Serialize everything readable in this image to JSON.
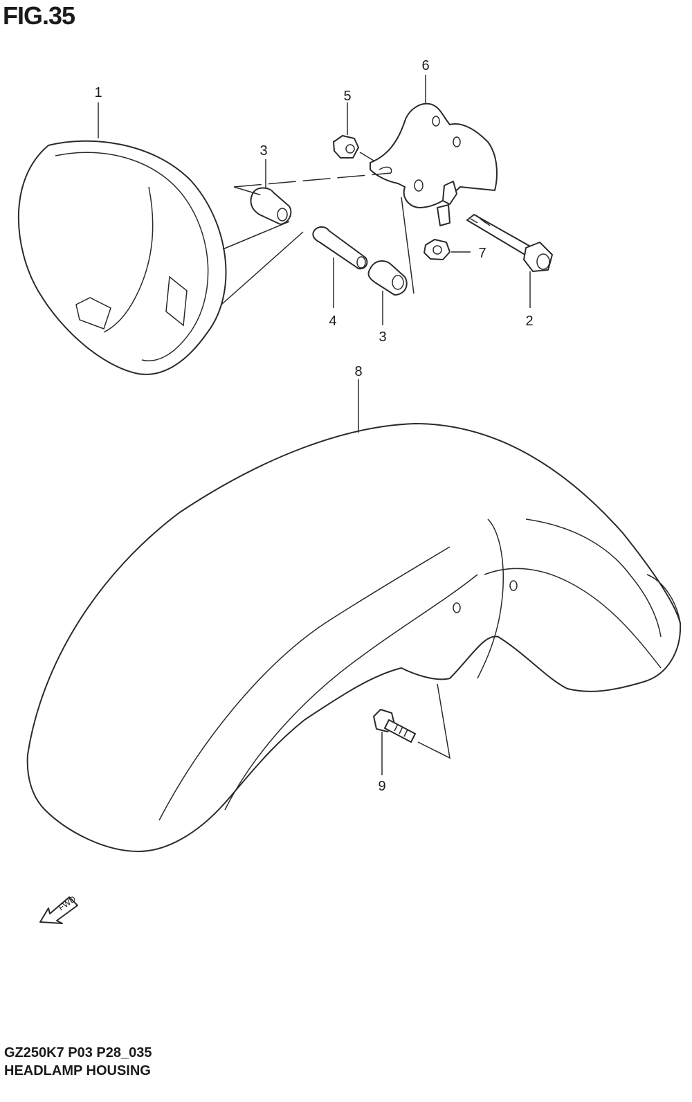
{
  "figure": {
    "title": "FIG.35"
  },
  "callouts": [
    {
      "id": "callout-1",
      "number": "1"
    },
    {
      "id": "callout-2",
      "number": "2"
    },
    {
      "id": "callout-3a",
      "number": "3"
    },
    {
      "id": "callout-3b",
      "number": "3"
    },
    {
      "id": "callout-4",
      "number": "4"
    },
    {
      "id": "callout-5",
      "number": "5"
    },
    {
      "id": "callout-6",
      "number": "6"
    },
    {
      "id": "callout-7",
      "number": "7"
    },
    {
      "id": "callout-8",
      "number": "8"
    },
    {
      "id": "callout-9",
      "number": "9"
    }
  ],
  "fwd_marker": {
    "label": "FWD",
    "icon": "arrow-left-down-icon"
  },
  "footer": {
    "model_code": "GZ250K7 P03 P28_035",
    "title": "HEADLAMP HOUSING"
  }
}
